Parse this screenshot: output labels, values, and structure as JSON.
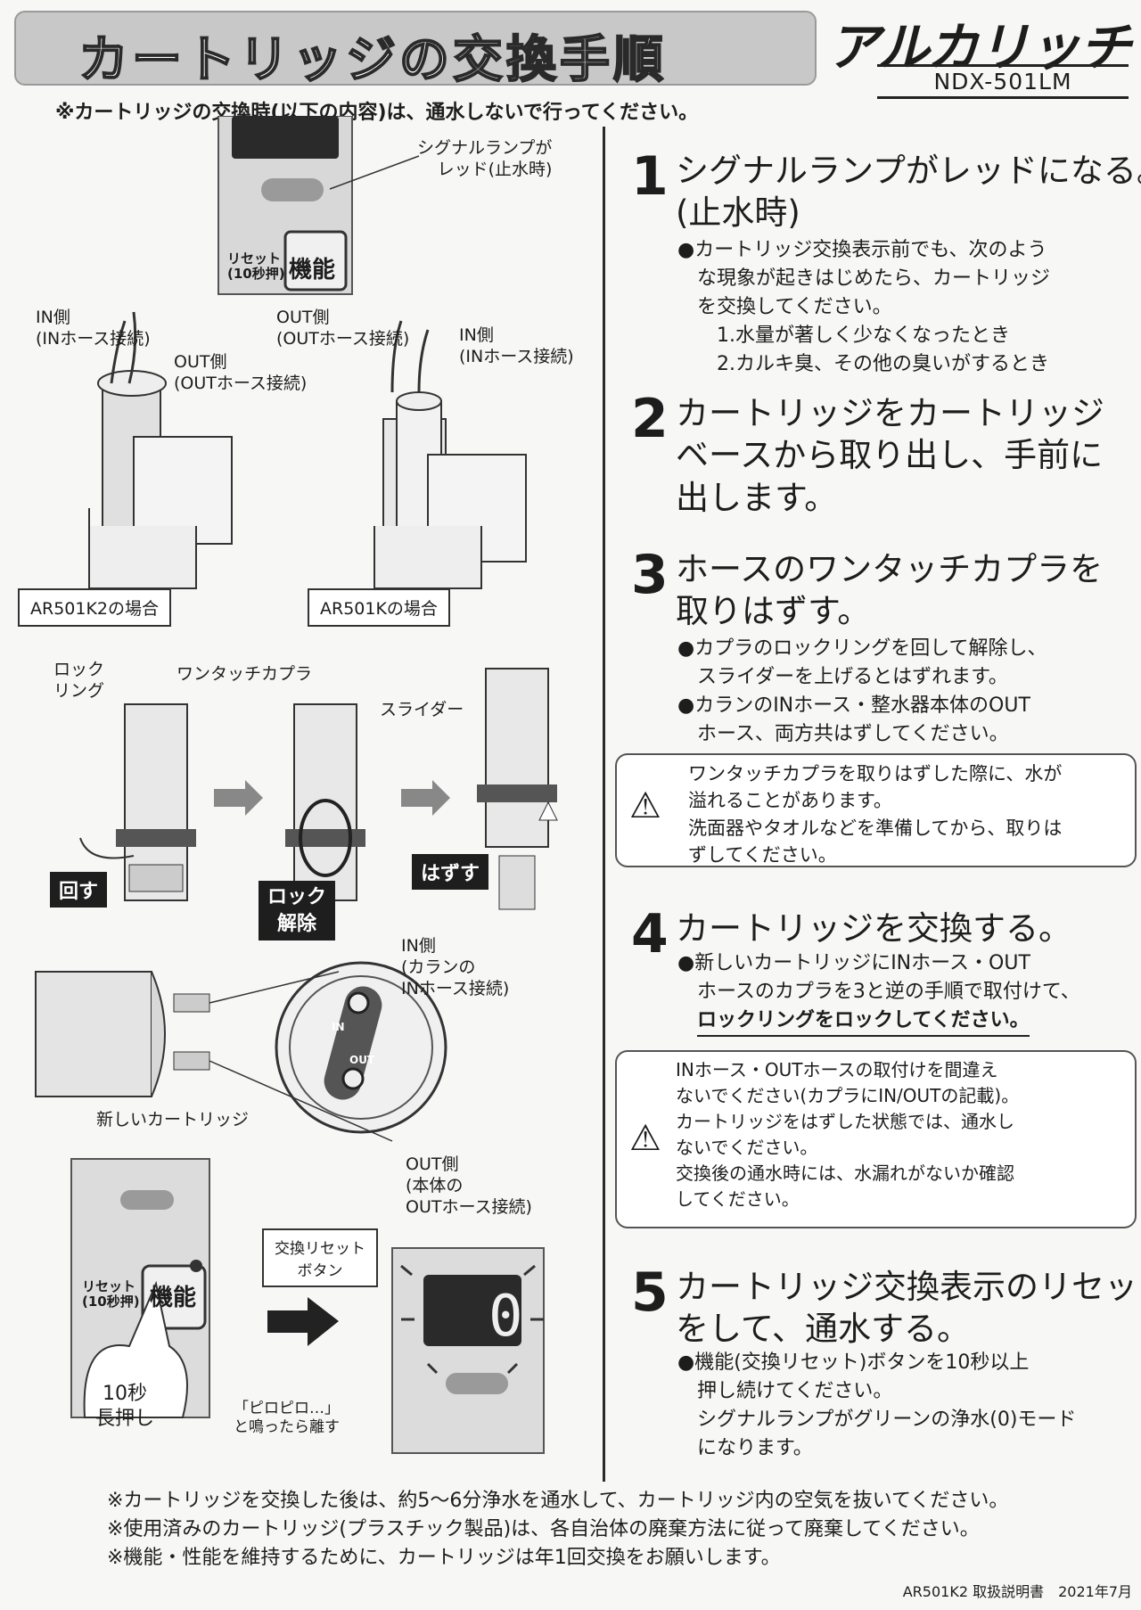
{
  "header": {
    "title": "カートリッジの交換手順",
    "brand": "アルカリッチ",
    "model": "NDX-501LM",
    "notice": "※カートリッジの交換時(以下の内容)は、通水しないで行ってください。"
  },
  "left": {
    "signal_lamp_label": "シグナルランプが\nレッド(止水時)",
    "reset_label": "リセット\n(10秒押)",
    "func_button": "機能",
    "in_side_1": "IN側\n(INホース接続)",
    "out_side_1": "OUT側\n(OUTホース接続)",
    "out_side_2": "OUT側\n(OUTホース接続)",
    "in_side_2": "IN側\n(INホース接続)",
    "case_ar501k2": "AR501K2の場合",
    "case_ar501k": "AR501Kの場合",
    "lock_ring": "ロック\nリング",
    "onetouch_coupler": "ワンタッチカプラ",
    "slider": "スライダー",
    "turn": "回す",
    "lock_release": "ロック\n解除",
    "remove": "はずす",
    "in_side_3": "IN側\n(カランの\nINホース接続)",
    "new_cartridge": "新しいカートリッジ",
    "out_side_3": "OUT側\n(本体の\nOUTホース接続)",
    "reset_button_label": "交換リセット\nボタン",
    "hold_10s": "10秒\n長押し",
    "beep_release": "「ピロピロ…」\nと鳴ったら離す",
    "display_digit": "0",
    "in_mark": "IN",
    "out_mark": "OUT"
  },
  "steps": [
    {
      "num": "1",
      "title": "シグナルランプがレッドになる。\n(止水時)",
      "body": "●カートリッジ交換表示前でも、次のよう\n　な現象が起きはじめたら、カートリッジ\n　を交換してください。\n　　1.水量が著しく少なくなったとき\n　　2.カルキ臭、その他の臭いがするとき"
    },
    {
      "num": "2",
      "title": "カートリッジをカートリッジ\nベースから取り出し、手前に\n出します。",
      "body": ""
    },
    {
      "num": "3",
      "title": "ホースのワンタッチカプラを\n取りはずす。",
      "body": "●カプラのロックリングを回して解除し、\n　スライダーを上げるとはずれます。\n●カランのINホース・整水器本体のOUT\n　ホース、両方共はずしてください。"
    },
    {
      "num": "4",
      "title": "カートリッジを交換する。",
      "body": "●新しいカートリッジにINホース・OUT\n　ホースのカプラを3と逆の手順で取付けて、",
      "body_bold": "ロックリングをロックしてください。"
    },
    {
      "num": "5",
      "title": "カートリッジ交換表示のリセット\nをして、通水する。",
      "body": "●機能(交換リセット)ボタンを10秒以上\n　押し続けてください。\n　シグナルランプがグリーンの浄水(0)モード\n　になります。"
    }
  ],
  "warnings": [
    {
      "icon": "⚠",
      "text": "ワンタッチカプラを取りはずした際に、水が\n溢れることがあります。\n洗面器やタオルなどを準備してから、取りは\nずしてください。"
    },
    {
      "icon": "⚠",
      "text": "INホース・OUTホースの取付けを間違え\nないでください(カプラにIN/OUTの記載)。\nカートリッジをはずした状態では、通水し\nないでください。\n交換後の通水時には、水漏れがないか確認\nしてください。"
    }
  ],
  "footer": {
    "notes": [
      "※カートリッジを交換した後は、約5〜6分浄水を通水して、カートリッジ内の空気を抜いてください。",
      "※使用済みのカートリッジ(プラスチック製品)は、各自治体の廃棄方法に従って廃棄してください。",
      "※機能・性能を維持するために、カートリッジは年1回交換をお願いします。"
    ],
    "doc_ref": "AR501K2 取扱説明書　2021年7月"
  }
}
